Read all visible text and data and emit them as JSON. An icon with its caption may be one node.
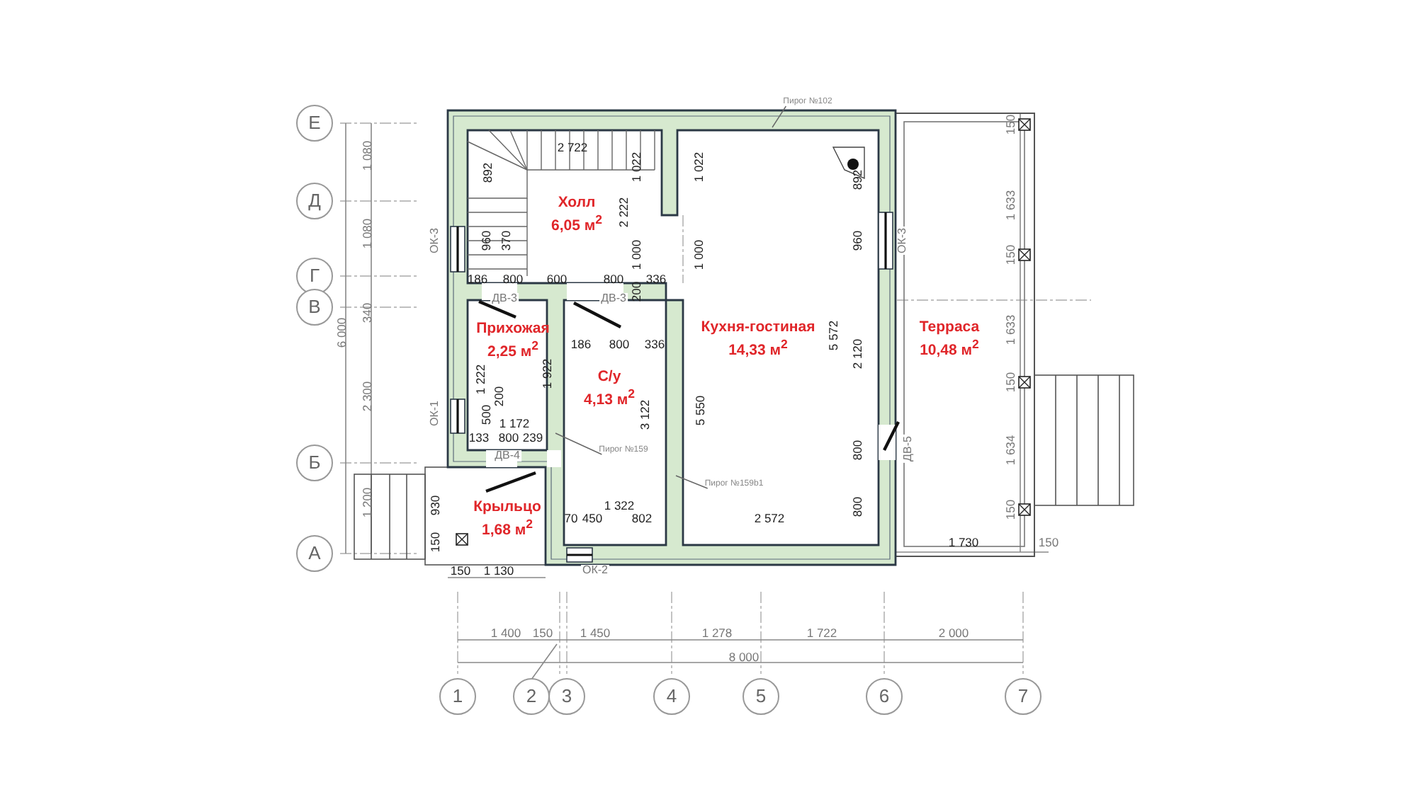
{
  "diagram": {
    "nodes": [
      {
        "text": [
          "Пирог №102"
        ]
      },
      {
        "text": [
          "Холл",
          "6,05 м$^{2}$"
        ]
      },
      {
        "text": [
          "Прихожая",
          "2,25 м$^{2}$"
        ]
      },
      {
        "text": [
          "С/у",
          "4,13 м$^{2}$"
        ]
      },
      {
        "text": [
          "Кухня-гостиная",
          "14,33 м$^{2}$"
        ]
      },
      {
        "text": [
          "Терраса",
          "10,48 м$^{2}$"
        ]
      },
      {
        "text": [
          "Пирог №159"
        ]
      },
      {
        "text": [
          "Пирог №159b1"
        ]
      },
      {
        "text": [
          "Крыльцо",
          "1,68 м$^{2}$"
        ]
      },
      {
        "text": [
          "Е"
        ]
      },
      {
        "text": [
          "Д"
        ]
      },
      {
        "text": [
          "Г"
        ]
      },
      {
        "text": [
          "В"
        ]
      },
      {
        "text": [
          "Б"
        ]
      },
      {
        "text": [
          "А"
        ]
      },
      {
        "text": [
          "1"
        ]
      },
      {
        "text": [
          "2"
        ]
      },
      {
        "text": [
          "3"
        ]
      },
      {
        "text": [
          "4"
        ]
      },
      {
        "text": [
          "5"
        ]
      },
      {
        "text": [
          "6"
        ]
      },
      {
        "text": [
          "7"
        ]
      }
    ],
    "edges": [
      {
        "from": 0,
        "to": null,
        "arrow": "none"
      },
      {
        "from": 6,
        "to": null,
        "arrow": "none"
      },
      {
        "from": 7,
        "to": null,
        "arrow": "none"
      }
    ],
    "labels": [
      "1 080",
      "2 722",
      "892",
      "1 022",
      "1 022",
      "892",
      "150",
      "1 633",
      "1 080",
      "ОК-3",
      "960",
      "370",
      "2 222",
      "1 000",
      "1 000",
      "960",
      "ОК-3",
      "150",
      "186",
      "800",
      "600",
      "800",
      "200",
      "336",
      "ДВ-3",
      "ДВ-3",
      "340",
      "6 000",
      "5 572",
      "1 633",
      "1 222",
      "186",
      "800",
      "336",
      "2 120",
      "1 922",
      "150",
      "2 300",
      "200",
      "ОК-1",
      "500",
      "1 172",
      "3 122",
      "5 550",
      "133",
      "800",
      "239",
      "ДВ-5",
      "1 634",
      "800",
      "ДВ-4",
      "1 200",
      "930",
      "1 322",
      "800",
      "150",
      "70",
      "450",
      "802",
      "2 572",
      "150",
      "1 730",
      "150",
      "150",
      "1 130",
      "ОК-2",
      "1 400",
      "150",
      "1 450",
      "1 278",
      "1 722",
      "2 000",
      "8 000"
    ]
  }
}
